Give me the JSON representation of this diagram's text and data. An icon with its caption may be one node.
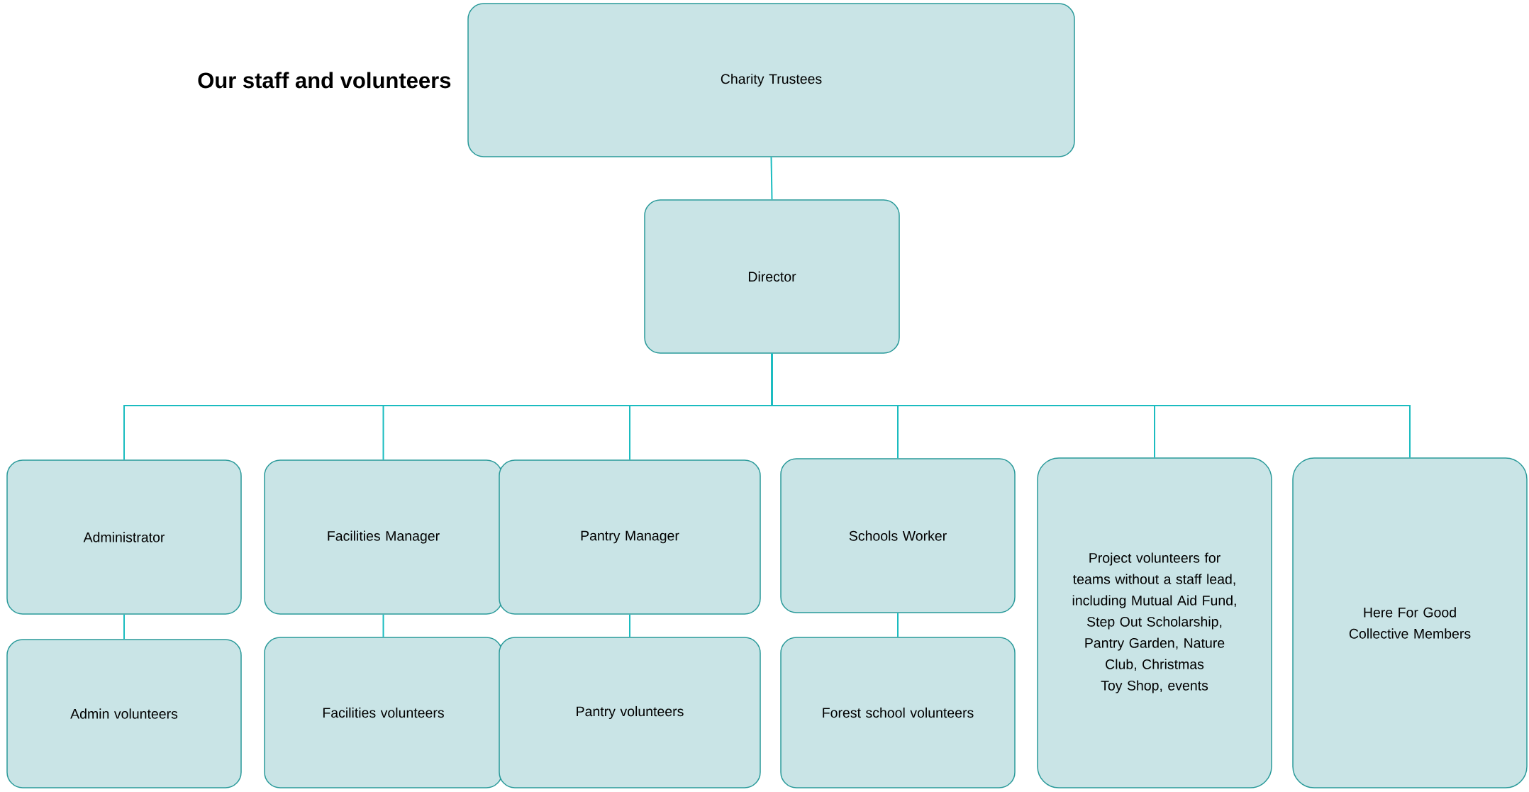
{
  "diagram": {
    "title": "Our staff and volunteers",
    "nodes": [
      {
        "text": [
          "Charity Trustees"
        ]
      },
      {
        "text": [
          "Director"
        ]
      },
      {
        "text": [
          "Administrator"
        ]
      },
      {
        "text": [
          "Facilities Manager"
        ]
      },
      {
        "text": [
          "Pantry Manager"
        ]
      },
      {
        "text": [
          "Schools Worker"
        ]
      },
      {
        "text": [
          "Project volunteers for teams without a staff lead, including Mutual Aid Fund, Step Out Scholarship, Pantry Garden, Nature Club, Christmas Toy Shop, events"
        ]
      },
      {
        "text": [
          "Here For Good Collective Members"
        ]
      },
      {
        "text": [
          "Admin volunteers"
        ]
      },
      {
        "text": [
          "Facilities volunteers"
        ]
      },
      {
        "text": [
          "Pantry volunteers"
        ]
      },
      {
        "text": [
          "Forest school volunteers"
        ]
      }
    ],
    "edges": [
      {
        "from": 0,
        "to": 1,
        "arrow": "none"
      },
      {
        "from": 1,
        "to": 2,
        "arrow": "none"
      },
      {
        "from": 1,
        "to": 3,
        "arrow": "none"
      },
      {
        "from": 1,
        "to": 4,
        "arrow": "none"
      },
      {
        "from": 1,
        "to": 5,
        "arrow": "none"
      },
      {
        "from": 1,
        "to": 6,
        "arrow": "none"
      },
      {
        "from": 1,
        "to": 7,
        "arrow": "none"
      },
      {
        "from": 2,
        "to": 8,
        "arrow": "none"
      },
      {
        "from": 3,
        "to": 9,
        "arrow": "none"
      },
      {
        "from": 4,
        "to": 10,
        "arrow": "none"
      },
      {
        "from": 5,
        "to": 11,
        "arrow": "none"
      }
    ]
  }
}
